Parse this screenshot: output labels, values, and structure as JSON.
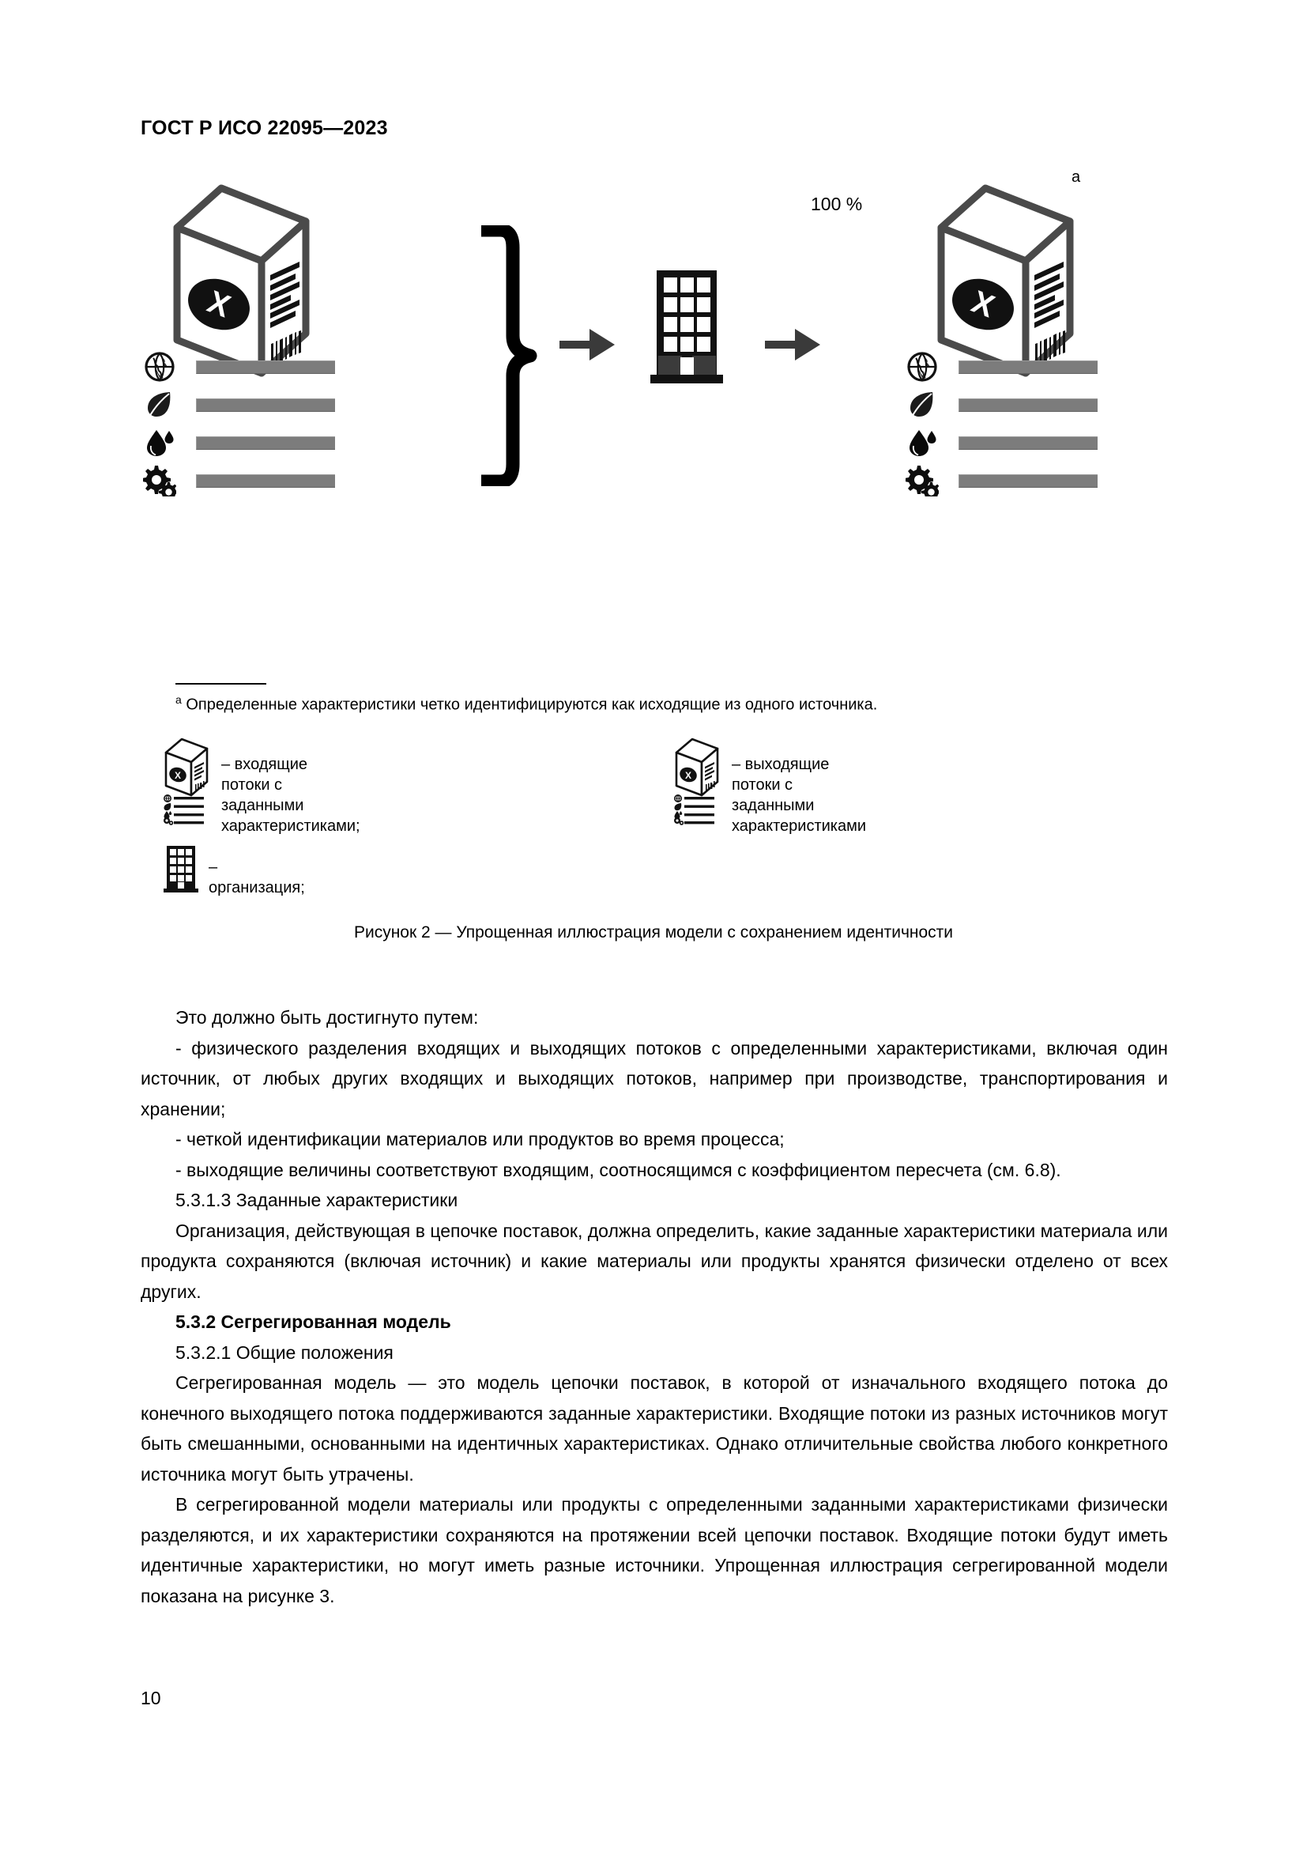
{
  "header": {
    "standard_id": "ГОСТ Р ИСО 22095—2023"
  },
  "figure": {
    "percent_label": "100 %",
    "footnote_marker": "a",
    "input_box_name": "product-box-input",
    "output_box_name": "product-box-output",
    "attributes": [
      {
        "icon": "globe-icon"
      },
      {
        "icon": "leaf-icon"
      },
      {
        "icon": "water-drop-icon"
      },
      {
        "icon": "gears-icon"
      }
    ],
    "footnote": {
      "mark": "a",
      "text": " Определенные характеристики четко идентифицируются как исходящие из одного источника."
    },
    "legend": [
      {
        "key": "input-flows-key",
        "text": "– входящие потоки с заданными\nхарактеристиками;"
      },
      {
        "key": "output-flows-key",
        "text": "– выходящие потоки с заданными\nхарактеристиками"
      },
      {
        "key": "organization-key",
        "text": "– организация;"
      }
    ],
    "caption": "Рисунок 2 — Упрощенная иллюстрация модели с сохранением идентичности"
  },
  "body": {
    "paragraphs": [
      {
        "id": "p1",
        "style": "indent nojust",
        "text": "Это должно быть достигнуто путем:"
      },
      {
        "id": "p2",
        "style": "indent",
        "text": "- физического разделения входящих и выходящих потоков с определенными характеристиками, включая один источник, от любых других входящих и выходящих потоков, например при производстве, транспортирования и хранении;"
      },
      {
        "id": "p3",
        "style": "indent nojust",
        "text": "- четкой идентификации материалов или продуктов во время процесса;"
      },
      {
        "id": "p4",
        "style": "indent",
        "text": "- выходящие величины соответствуют входящим, соотносящимся с коэффициентом пересчета (см. 6.8)."
      },
      {
        "id": "p5",
        "style": "indent nojust",
        "text": "5.3.1.3  Заданные характеристики"
      },
      {
        "id": "p6",
        "style": "indent",
        "text": "Организация, действующая в цепочке поставок, должна определить, какие заданные характеристики материала или продукта сохраняются (включая источник) и какие материалы или продукты хранятся физически отделено от всех других."
      },
      {
        "id": "p7",
        "style": "bold nojust",
        "text": "5.3.2  Сегрегированная модель"
      },
      {
        "id": "p8",
        "style": "indent nojust",
        "text": "5.3.2.1  Общие положения"
      },
      {
        "id": "p9",
        "style": "indent",
        "text": "Сегрегированная модель — это модель цепочки поставок, в которой от изначального входящего потока до конечного выходящего потока поддерживаются заданные характеристики. Входящие потоки из разных источников могут быть смешанными, основанными на идентичных характеристиках. Однако отличительные свойства любого конкретного источника могут быть утрачены."
      },
      {
        "id": "p10",
        "style": "indent",
        "text": "В сегрегированной модели материалы или продукты с определенными заданными характеристиками физически разделяются, и их характеристики сохраняются на протяжении всей цепочки поставок. Входящие потоки будут иметь идентичные характеристики, но могут иметь разные источники. Упрощенная иллюстрация сегрегированной модели показана на рисунке 3."
      }
    ]
  },
  "page_number": "10",
  "colors": {
    "text": "#000000",
    "bar_gray": "#7c7c7c",
    "box_outline": "#3f3f3f"
  }
}
